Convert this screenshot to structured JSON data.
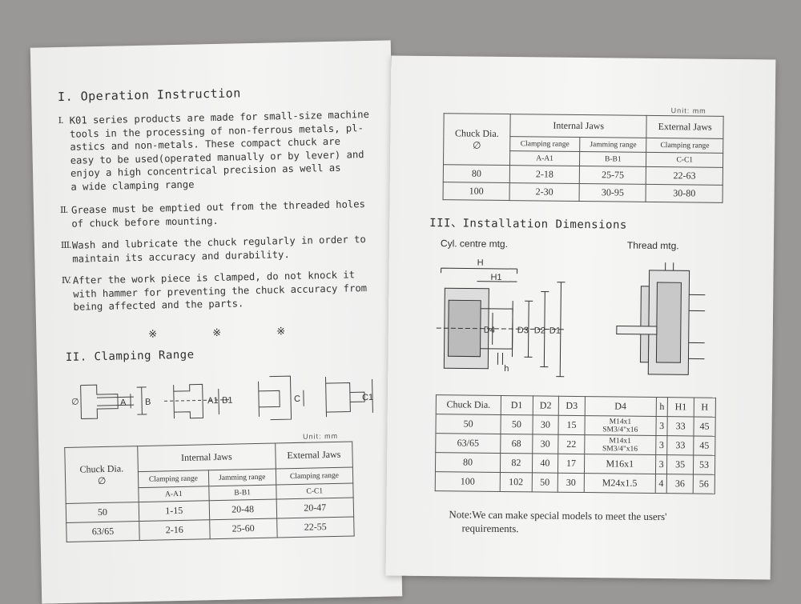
{
  "section1": {
    "title": "I. Operation Instruction",
    "items": [
      {
        "marker": "I.",
        "text": "K01 series products are made for small-size machine\ntools in the processing of non-ferrous metals, pl-\nastics and non-metals. These compact chuck are\neasy to be used(operated manually or by lever) and\nenjoy a high concentrical precision as well as\na wide clamping range"
      },
      {
        "marker": "II.",
        "text": "Grease must be emptied out from the threaded holes\nof chuck before mounting."
      },
      {
        "marker": "III.",
        "text": "Wash and lubricate the chuck regularly in order to\nmaintain its accuracy and durability."
      },
      {
        "marker": "IV.",
        "text": "After the work piece is clamped, do not knock it\nwith hammer for preventing the chuck accuracy from\nbeing affected and the parts."
      }
    ],
    "separator_symbols": [
      "※",
      "※",
      "※"
    ]
  },
  "section2": {
    "title": "II. Clamping Range",
    "figure_labels": {
      "phi": "∅",
      "a": "A",
      "b": "B",
      "a1": "A1",
      "b1": "B1",
      "c": "C",
      "c1": "C1"
    },
    "unit": "Unit: mm",
    "table": {
      "chuck_dia": "Chuck Dia.",
      "phi": "∅",
      "internal_jaws": "Internal Jaws",
      "external_jaws": "External Jaws",
      "clamping_range": "Clamping range",
      "jamming_range": "Jamming range",
      "col_a": "A-A1",
      "col_b": "B-B1",
      "col_c": "C-C1",
      "rows": [
        [
          "50",
          "1-15",
          "20-48",
          "20-47"
        ],
        [
          "63/65",
          "2-16",
          "25-60",
          "22-55"
        ]
      ]
    }
  },
  "right_table": {
    "unit": "Unit: mm",
    "chuck_dia": "Chuck Dia.",
    "phi": "∅",
    "internal_jaws": "Internal Jaws",
    "external_jaws": "External Jaws",
    "clamping_range": "Clamping range",
    "jamming_range": "Jamming range",
    "col_a": "A-A1",
    "col_b": "B-B1",
    "col_c": "C-C1",
    "rows": [
      [
        "80",
        "2-18",
        "25-75",
        "22-63"
      ],
      [
        "100",
        "2-30",
        "30-95",
        "30-80"
      ]
    ]
  },
  "section3": {
    "title": "III、Installation Dimensions",
    "cyl_label": "Cyl. centre mtg.",
    "thread_label": "Thread mtg.",
    "dim_labels": {
      "H": "H",
      "H1": "H1",
      "h": "h",
      "D1": "D1",
      "D2": "D2",
      "D3": "D3",
      "D4": "D4"
    },
    "table": {
      "headers": [
        "Chuck Dia.",
        "D1",
        "D2",
        "D3",
        "D4",
        "h",
        "H1",
        "H"
      ],
      "rows": [
        [
          "50",
          "50",
          "30",
          "15",
          "M14x1\nSM3/4\"x16",
          "3",
          "33",
          "45"
        ],
        [
          "63/65",
          "68",
          "30",
          "22",
          "M14x1\nSM3/4\"x16",
          "3",
          "33",
          "45"
        ],
        [
          "80",
          "82",
          "40",
          "17",
          "M16x1",
          "3",
          "35",
          "53"
        ],
        [
          "100",
          "102",
          "50",
          "30",
          "M24x1.5",
          "4",
          "36",
          "56"
        ]
      ]
    },
    "note": "Note:We can make special models to meet the users'\n     requirements."
  }
}
